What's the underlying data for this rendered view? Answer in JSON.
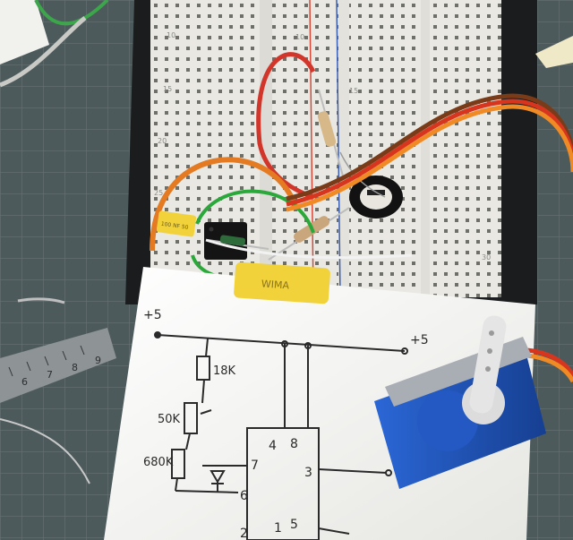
{
  "breadboard": {
    "row_labels": [
      "10",
      "15",
      "20",
      "25",
      "30"
    ]
  },
  "components": {
    "capacitor_small_text": "100 NF 50",
    "capacitor_large_text": "WIMA"
  },
  "schematic": {
    "supply_left": "+5",
    "supply_right": "+5",
    "r1": "18K",
    "pot": "50K",
    "r2": "680K",
    "pin_4": "4",
    "pin_8": "8",
    "pin_7": "7",
    "pin_3": "3",
    "pin_6": "6",
    "pin_2": "2",
    "pin_1": "1",
    "pin_5": "5"
  },
  "ruler": {
    "marks": [
      "6",
      "7",
      "8",
      "9"
    ]
  },
  "colors": {
    "mat": "#4d5a5c",
    "breadboard": "#e9e8e3",
    "paper": "#f6f6f4",
    "servo": "#1d4fb0",
    "wire_red": "#d2352a",
    "wire_orange": "#e47a22",
    "wire_green": "#2aa83a",
    "capacitor": "#f2d23a"
  }
}
